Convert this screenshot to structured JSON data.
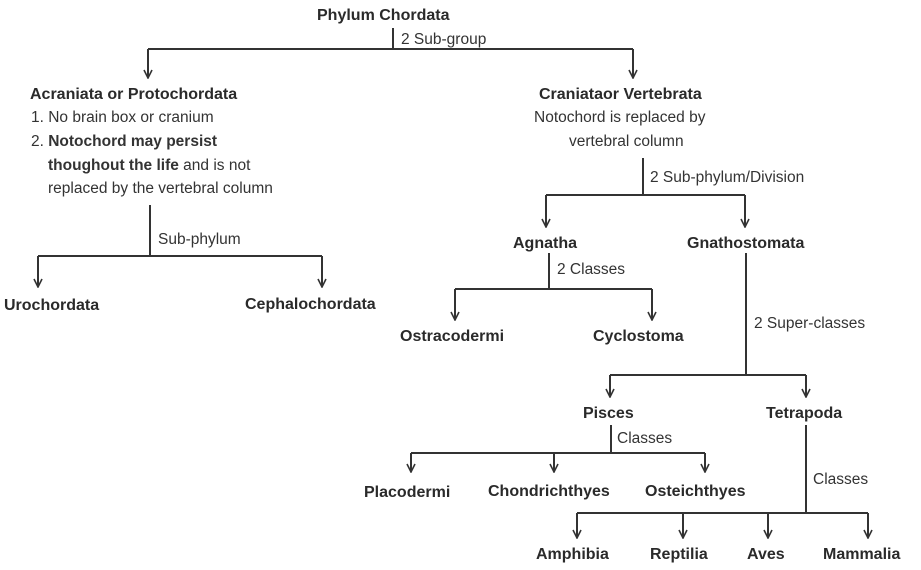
{
  "root": {
    "title": "Phylum Chordata",
    "edge": "2 Sub-group"
  },
  "acraniata": {
    "title": "Acraniata or Protochordata",
    "point1": "1. No brain box or cranium",
    "point2_num": "2. ",
    "point2_bold": "Notochord may persist",
    "point2_line2_bold": "thoughout the life",
    "point2_line2_rest": " and is not",
    "point2_line3": "replaced by the vertebral column",
    "edge": "Sub-phylum",
    "children": [
      "Urochordata",
      "Cephalochordata"
    ]
  },
  "craniata": {
    "title": "Craniataor Vertebrata",
    "note_line1": "Notochord is replaced by",
    "note_line2": "vertebral column",
    "edge": "2 Sub-phylum/Division"
  },
  "agnatha": {
    "title": "Agnatha",
    "edge": "2 Classes",
    "children": [
      "Ostracodermi",
      "Cyclostoma"
    ]
  },
  "gnathostomata": {
    "title": "Gnathostomata",
    "edge": "2 Super-classes"
  },
  "pisces": {
    "title": "Pisces",
    "edge": "Classes",
    "children": [
      "Placodermi",
      "Chondrichthyes",
      "Osteichthyes"
    ]
  },
  "tetrapoda": {
    "title": "Tetrapoda",
    "edge": "Classes",
    "children": [
      "Amphibia",
      "Reptilia",
      "Aves",
      "Mammalia"
    ]
  }
}
